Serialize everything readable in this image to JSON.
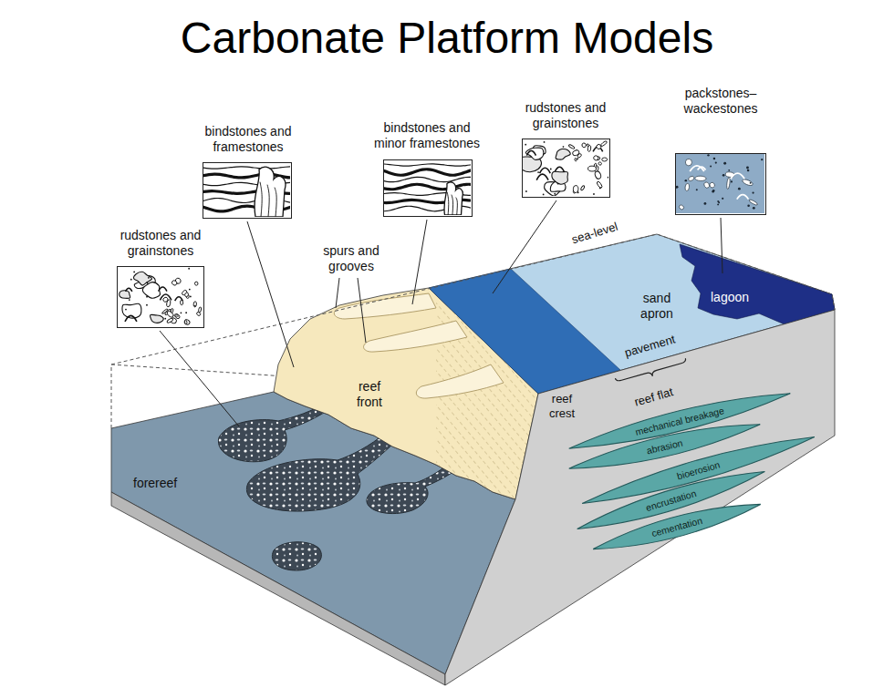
{
  "diagram": {
    "title": "Carbonate Platform Models",
    "nodes": [
      {
        "text": [
          "rudstones and grainstones"
        ]
      },
      {
        "text": [
          "bindstones and framestones"
        ]
      },
      {
        "text": [
          "bindstones and minor framestones"
        ]
      },
      {
        "text": [
          "rudstones and grainstones"
        ]
      },
      {
        "text": [
          "packstones–wackestones"
        ]
      },
      {
        "text": [
          "mechanical breakage"
        ]
      },
      {
        "text": [
          "abrasion"
        ]
      },
      {
        "text": [
          "bioerosion"
        ]
      },
      {
        "text": [
          "encrustation"
        ]
      },
      {
        "text": [
          "cementation"
        ]
      }
    ],
    "labels": [
      "spurs and grooves",
      "sea-level",
      "sand apron",
      "lagoon",
      "reef front",
      "pavement",
      "reef flat",
      "reef crest",
      "forereef"
    ]
  }
}
